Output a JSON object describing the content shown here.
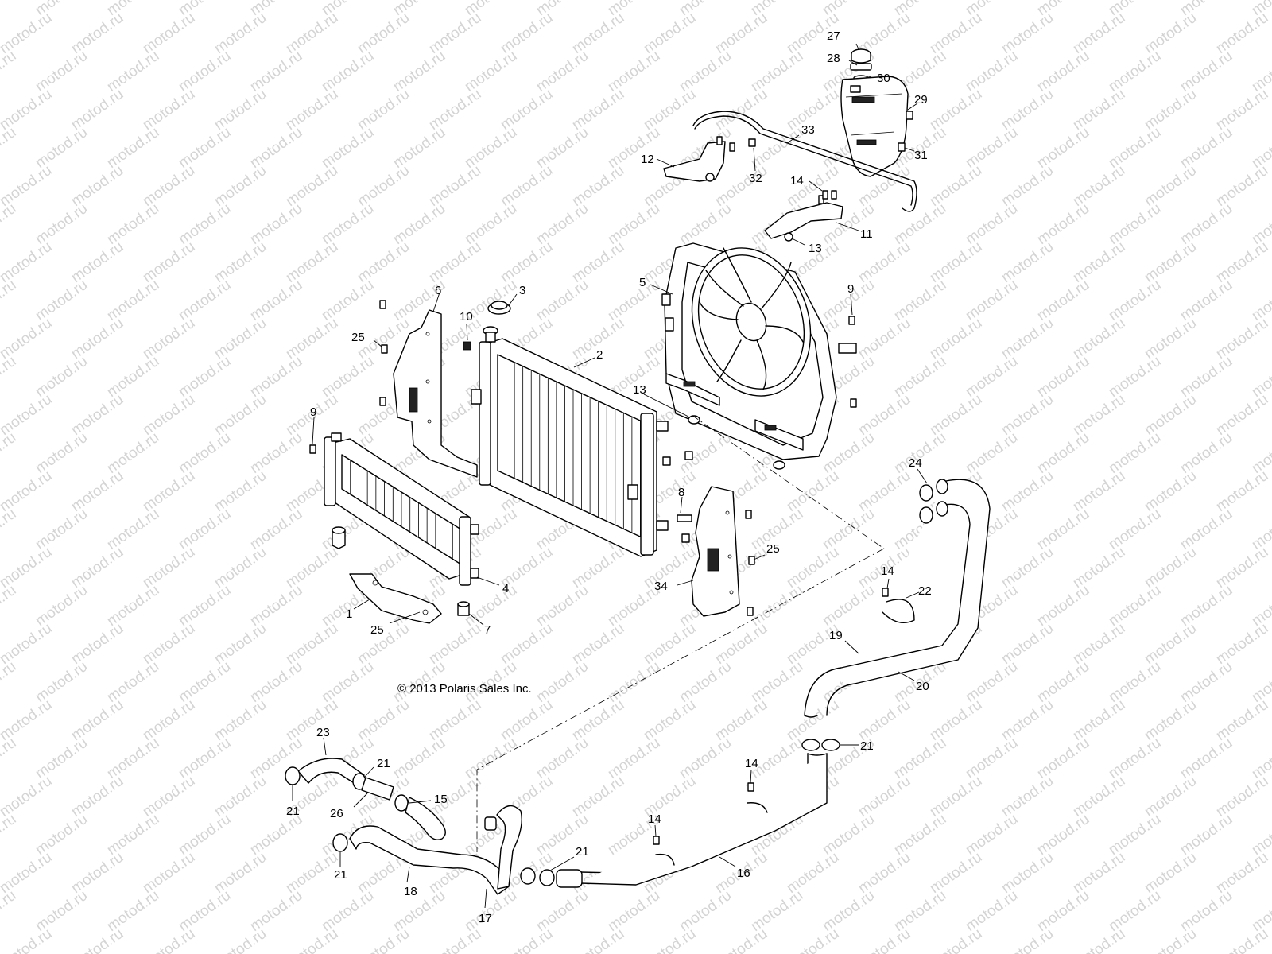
{
  "watermark": "motod.ru",
  "copyright": "© 2013 Polaris Sales Inc.",
  "callouts": [
    {
      "id": "c27",
      "label": "27"
    },
    {
      "id": "c28",
      "label": "28"
    },
    {
      "id": "c30",
      "label": "30"
    },
    {
      "id": "c29",
      "label": "29"
    },
    {
      "id": "c33",
      "label": "33"
    },
    {
      "id": "c31",
      "label": "31"
    },
    {
      "id": "c12",
      "label": "12"
    },
    {
      "id": "c32",
      "label": "32"
    },
    {
      "id": "c14a",
      "label": "14"
    },
    {
      "id": "c11",
      "label": "11"
    },
    {
      "id": "c13a",
      "label": "13"
    },
    {
      "id": "c5",
      "label": "5"
    },
    {
      "id": "c9a",
      "label": "9"
    },
    {
      "id": "c6",
      "label": "6"
    },
    {
      "id": "c3",
      "label": "3"
    },
    {
      "id": "c10",
      "label": "10"
    },
    {
      "id": "c25a",
      "label": "25"
    },
    {
      "id": "c2",
      "label": "2"
    },
    {
      "id": "c13b",
      "label": "13"
    },
    {
      "id": "c9b",
      "label": "9"
    },
    {
      "id": "c8",
      "label": "8"
    },
    {
      "id": "c24",
      "label": "24"
    },
    {
      "id": "c25b",
      "label": "25"
    },
    {
      "id": "c34",
      "label": "34"
    },
    {
      "id": "c4",
      "label": "4"
    },
    {
      "id": "c14b",
      "label": "14"
    },
    {
      "id": "c22",
      "label": "22"
    },
    {
      "id": "c1",
      "label": "1"
    },
    {
      "id": "c25c",
      "label": "25"
    },
    {
      "id": "c7",
      "label": "7"
    },
    {
      "id": "c19",
      "label": "19"
    },
    {
      "id": "c20",
      "label": "20"
    },
    {
      "id": "c23",
      "label": "23"
    },
    {
      "id": "c21a",
      "label": "21"
    },
    {
      "id": "c21b",
      "label": "21"
    },
    {
      "id": "c21c",
      "label": "21"
    },
    {
      "id": "c14c",
      "label": "14"
    },
    {
      "id": "c26",
      "label": "26"
    },
    {
      "id": "c15",
      "label": "15"
    },
    {
      "id": "c14d",
      "label": "14"
    },
    {
      "id": "c21d",
      "label": "21"
    },
    {
      "id": "c21e",
      "label": "21"
    },
    {
      "id": "c16",
      "label": "16"
    },
    {
      "id": "c18",
      "label": "18"
    },
    {
      "id": "c17",
      "label": "17"
    }
  ]
}
